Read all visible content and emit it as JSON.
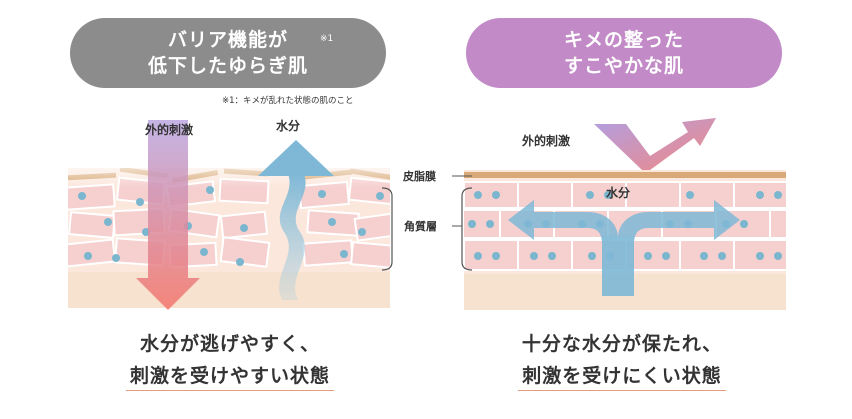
{
  "left_panel": {
    "title_line1": "バリア機能が",
    "title_line2": "低下したゆらぎ肌",
    "note_mark": "※1",
    "footnote": "※1：キメが乱れた状態の肌のこと",
    "label_external": "外的刺激",
    "label_water": "水分",
    "caption_line1": "水分が逃げやすく、",
    "caption_line2": "刺激を受けやすい状態"
  },
  "right_panel": {
    "title_line1": "キメの整った",
    "title_line2": "すこやかな肌",
    "label_external": "外的刺激",
    "label_water": "水分",
    "caption_line1": "十分な水分が保たれ、",
    "caption_line2": "刺激を受けにくい状態"
  },
  "layer_labels": {
    "sebum_membrane": "皮脂膜",
    "stratum_corneum": "角質層"
  },
  "colors": {
    "left_pill": "#8c8c8c",
    "right_pill": "#c28ac7",
    "cell_fill": "#f6cfcf",
    "cell_stroke": "#ffffff",
    "water_dot": "#7bb6cf",
    "sebum": "#d9aa78",
    "dermis": "#f7e2cf",
    "water_arrow": "#7fb8d6",
    "stimulus_top": "#b9a6e0",
    "stimulus_bottom": "#f4756b",
    "caption_underline": "#e39b82"
  }
}
